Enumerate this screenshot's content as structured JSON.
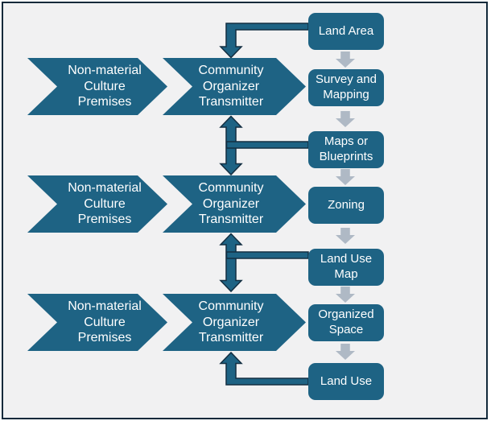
{
  "palette": {
    "shape_teal": "#1E6384",
    "connector_outline": "#132F42",
    "flow_arrow_gray": "#AFB9C5",
    "background": "#F1F1F2",
    "frame_border": "#12293A",
    "text_white": "#FFFFFF"
  },
  "rows": [
    {
      "premise": "Non-material\nCulture\nPremises",
      "transmitter": "Community\nOrganizer\nTransmitter"
    },
    {
      "premise": "Non-material\nCulture\nPremises",
      "transmitter": "Community\nOrganizer\nTransmitter"
    },
    {
      "premise": "Non-material\nCulture\nPremises",
      "transmitter": "Community\nOrganizer\nTransmitter"
    }
  ],
  "stages": [
    "Land Area",
    "Survey and\nMapping",
    "Maps or\nBlueprints",
    "Zoning",
    "Land Use\nMap",
    "Organized\nSpace",
    "Land Use"
  ],
  "diagram": {
    "type": "flowchart",
    "nodes": [
      "Non-material Culture Premises (x3)",
      "Community Organizer Transmitter (x3)",
      "Land Area",
      "Survey and Mapping",
      "Maps or Blueprints",
      "Zoning",
      "Land Use Map",
      "Organized Space",
      "Land Use"
    ],
    "edges": [
      {
        "from": "Non-material Culture Premises (row 1)",
        "to": "Community Organizer Transmitter (row 1)",
        "style": "chevron-sequence"
      },
      {
        "from": "Non-material Culture Premises (row 2)",
        "to": "Community Organizer Transmitter (row 2)",
        "style": "chevron-sequence"
      },
      {
        "from": "Non-material Culture Premises (row 3)",
        "to": "Community Organizer Transmitter (row 3)",
        "style": "chevron-sequence"
      },
      {
        "from": "Community Organizer Transmitter (row 1)",
        "to": "Survey and Mapping",
        "style": "chevron-point"
      },
      {
        "from": "Community Organizer Transmitter (row 2)",
        "to": "Zoning",
        "style": "chevron-point"
      },
      {
        "from": "Community Organizer Transmitter (row 3)",
        "to": "Organized Space",
        "style": "chevron-point"
      },
      {
        "from": "Land Area",
        "to": "Community Organizer Transmitter (row 1)",
        "style": "elbow-arrow-down"
      },
      {
        "from": "Maps or Blueprints",
        "to": "Community Organizer Transmitter (row 1) and (row 2)",
        "style": "double-headed-vertical-arrow-with-side-bar"
      },
      {
        "from": "Land Use Map",
        "to": "Community Organizer Transmitter (row 2) and (row 3)",
        "style": "double-headed-vertical-arrow-with-side-bar"
      },
      {
        "from": "Land Use",
        "to": "Community Organizer Transmitter (row 3)",
        "style": "elbow-arrow-up"
      },
      {
        "from": "Land Area",
        "to": "Survey and Mapping",
        "style": "gray-down-arrow"
      },
      {
        "from": "Survey and Mapping",
        "to": "Maps or Blueprints",
        "style": "gray-down-arrow"
      },
      {
        "from": "Maps or Blueprints",
        "to": "Zoning",
        "style": "gray-down-arrow"
      },
      {
        "from": "Zoning",
        "to": "Land Use Map",
        "style": "gray-down-arrow"
      },
      {
        "from": "Land Use Map",
        "to": "Organized Space",
        "style": "gray-down-arrow"
      },
      {
        "from": "Organized Space",
        "to": "Land Use",
        "style": "gray-down-arrow"
      }
    ]
  }
}
